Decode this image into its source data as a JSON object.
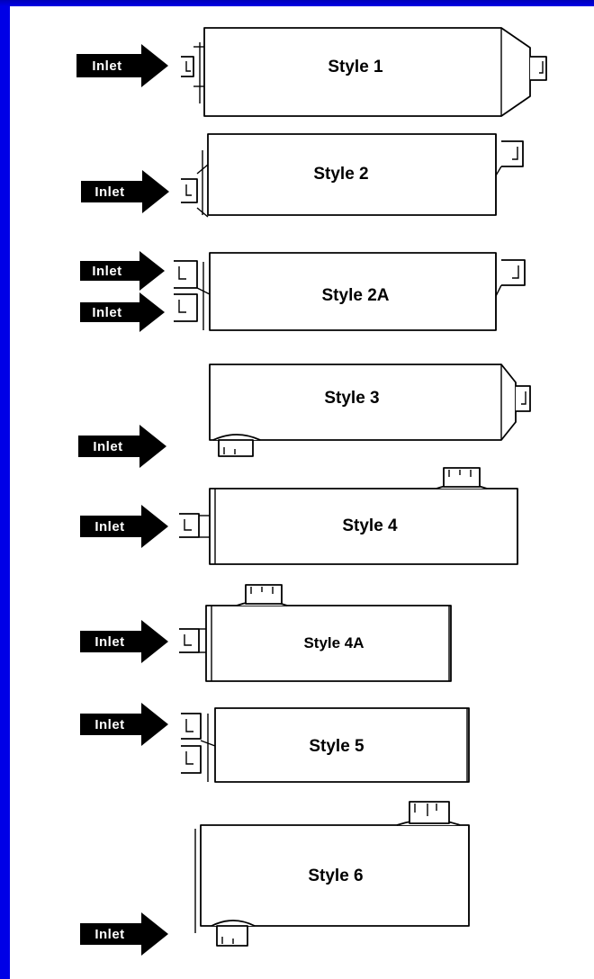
{
  "inlet_label": "Inlet",
  "styles": [
    {
      "name": "Style 1"
    },
    {
      "name": "Style 2"
    },
    {
      "name": "Style 2A"
    },
    {
      "name": "Style 3"
    },
    {
      "name": "Style 4"
    },
    {
      "name": "Style 4A"
    },
    {
      "name": "Style 5"
    },
    {
      "name": "Style 6"
    }
  ],
  "colors": {
    "frame": "#0000e6",
    "panel": "#ffffff",
    "ink": "#000000"
  }
}
